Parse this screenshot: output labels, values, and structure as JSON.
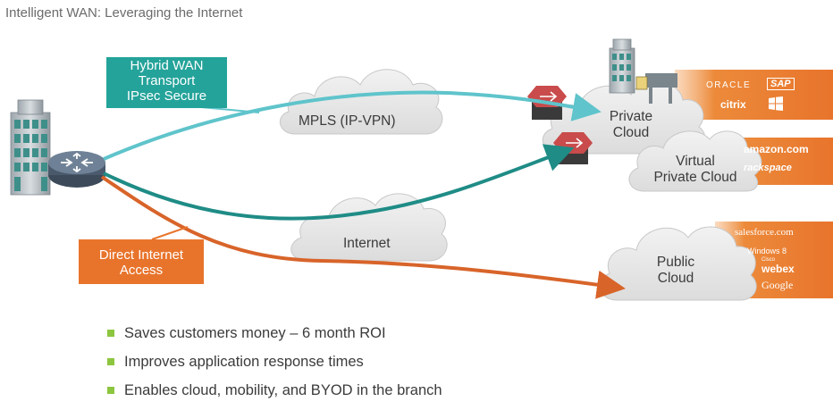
{
  "title": "Intelligent WAN: Leveraging the Internet",
  "callouts": {
    "hybrid": [
      "Hybrid WAN",
      "Transport",
      "IPsec Secure"
    ],
    "direct": [
      "Direct Internet",
      "Access"
    ]
  },
  "clouds": {
    "mpls": "MPLS (IP-VPN)",
    "internet": "Internet",
    "private": [
      "Private",
      "Cloud"
    ],
    "virtual": [
      "Virtual",
      "Private Cloud"
    ],
    "public": [
      "Public",
      "Cloud"
    ]
  },
  "vendors": {
    "private": [
      "ORACLE",
      "SAP",
      "citrix",
      "Windows"
    ],
    "virtual": [
      "amazon.com",
      "rackspace"
    ],
    "public": [
      "salesforce.com",
      "Windows 8",
      "Cisco",
      "webex",
      "Google"
    ]
  },
  "bullets": [
    "Saves customers money – 6 month ROI",
    "Improves application response times",
    "Enables cloud, mobility, and BYOD in the branch"
  ],
  "colors": {
    "teal": "#24a39a",
    "light_teal": "#5fc4cb",
    "orange": "#e8742c",
    "bullet": "#8cc63f"
  }
}
